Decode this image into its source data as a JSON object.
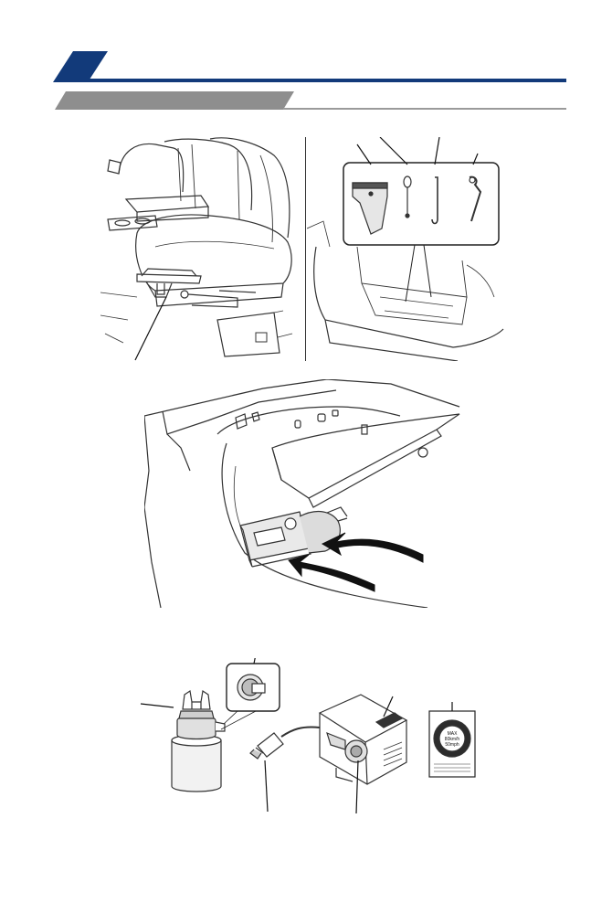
{
  "page": {
    "header": {
      "accent_color": "#123A7A",
      "subheader_color": "#8E8E8E",
      "rule_color": "#123A7A",
      "section_title": "",
      "subsection_title": ""
    },
    "figures": [
      {
        "id": "jack-under-seat",
        "description_icon": "car-jack-icon"
      },
      {
        "id": "tool-kit-in-cargo",
        "description_icon": "tools-icon",
        "tools": [
          "jack-handle",
          "towing-eye",
          "jack-rod",
          "wheel-nut-wrench"
        ]
      },
      {
        "id": "compressor-in-cargo-side",
        "description_icon": "compressor-icon"
      },
      {
        "id": "tire-repair-kit",
        "description_icon": "repair-kit-icon",
        "items": [
          "sealant-bottle",
          "valve-core-detail",
          "power-plug",
          "compressor",
          "speed-sticker"
        ]
      }
    ],
    "sticker": {
      "lines": [
        "MAX",
        "80km/h",
        "50mph"
      ]
    }
  }
}
